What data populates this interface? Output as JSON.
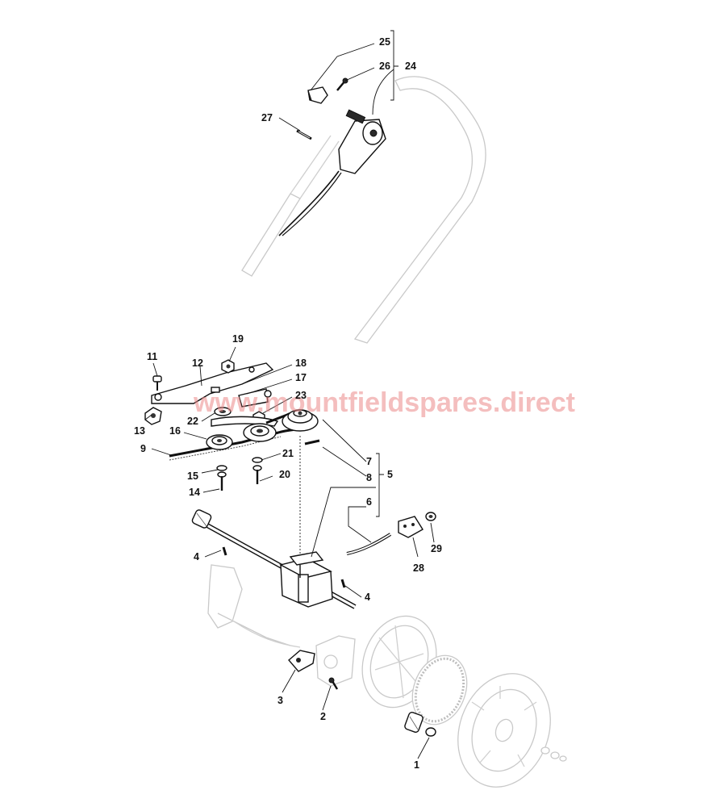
{
  "watermark": "www.mountfieldspares.direct",
  "callouts": {
    "c1": "1",
    "c2": "2",
    "c3": "3",
    "c4a": "4",
    "c4b": "4",
    "c5": "5",
    "c6": "6",
    "c7": "7",
    "c8": "8",
    "c9": "9",
    "c11": "11",
    "c12": "12",
    "c13": "13",
    "c14": "14",
    "c15": "15",
    "c16": "16",
    "c17": "17",
    "c18": "18",
    "c19": "19",
    "c20": "20",
    "c21": "21",
    "c22": "22",
    "c23": "23",
    "c24": "24",
    "c25": "25",
    "c26": "26",
    "c27": "27",
    "c28": "28",
    "c29": "29"
  }
}
